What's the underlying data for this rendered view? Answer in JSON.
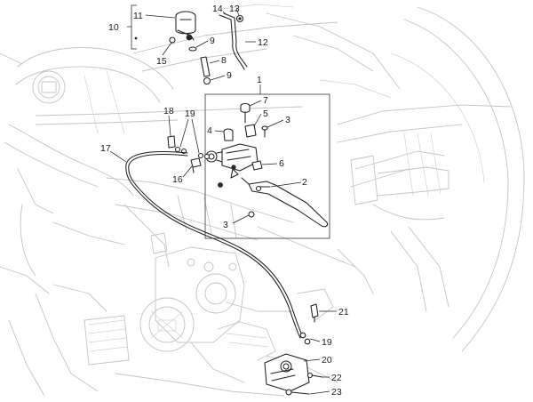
{
  "callouts": [
    {
      "id": "1",
      "text": "1"
    },
    {
      "id": "2",
      "text": "2"
    },
    {
      "id": "3a",
      "text": "3"
    },
    {
      "id": "3b",
      "text": "3"
    },
    {
      "id": "4",
      "text": "4"
    },
    {
      "id": "5",
      "text": "5"
    },
    {
      "id": "6",
      "text": "6"
    },
    {
      "id": "7",
      "text": "7"
    },
    {
      "id": "8",
      "text": "8"
    },
    {
      "id": "9a",
      "text": "9"
    },
    {
      "id": "9b",
      "text": "9"
    },
    {
      "id": "10",
      "text": "10"
    },
    {
      "id": "11",
      "text": "11"
    },
    {
      "id": "12",
      "text": "12"
    },
    {
      "id": "13",
      "text": "13"
    },
    {
      "id": "14",
      "text": "14"
    },
    {
      "id": "15",
      "text": "15"
    },
    {
      "id": "16",
      "text": "16"
    },
    {
      "id": "17",
      "text": "17"
    },
    {
      "id": "18",
      "text": "18"
    },
    {
      "id": "19a",
      "text": "19"
    },
    {
      "id": "19b",
      "text": "19"
    },
    {
      "id": "20",
      "text": "20"
    },
    {
      "id": "21",
      "text": "21"
    },
    {
      "id": "22",
      "text": "22"
    },
    {
      "id": "23",
      "text": "23"
    }
  ]
}
